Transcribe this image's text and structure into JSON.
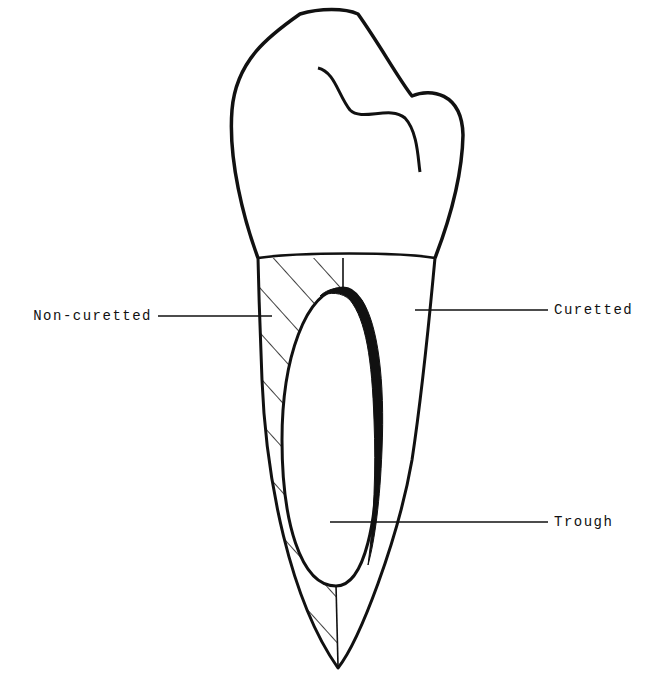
{
  "diagram": {
    "labels": [
      "Non-curetted",
      "Curetted",
      "Trough"
    ]
  }
}
